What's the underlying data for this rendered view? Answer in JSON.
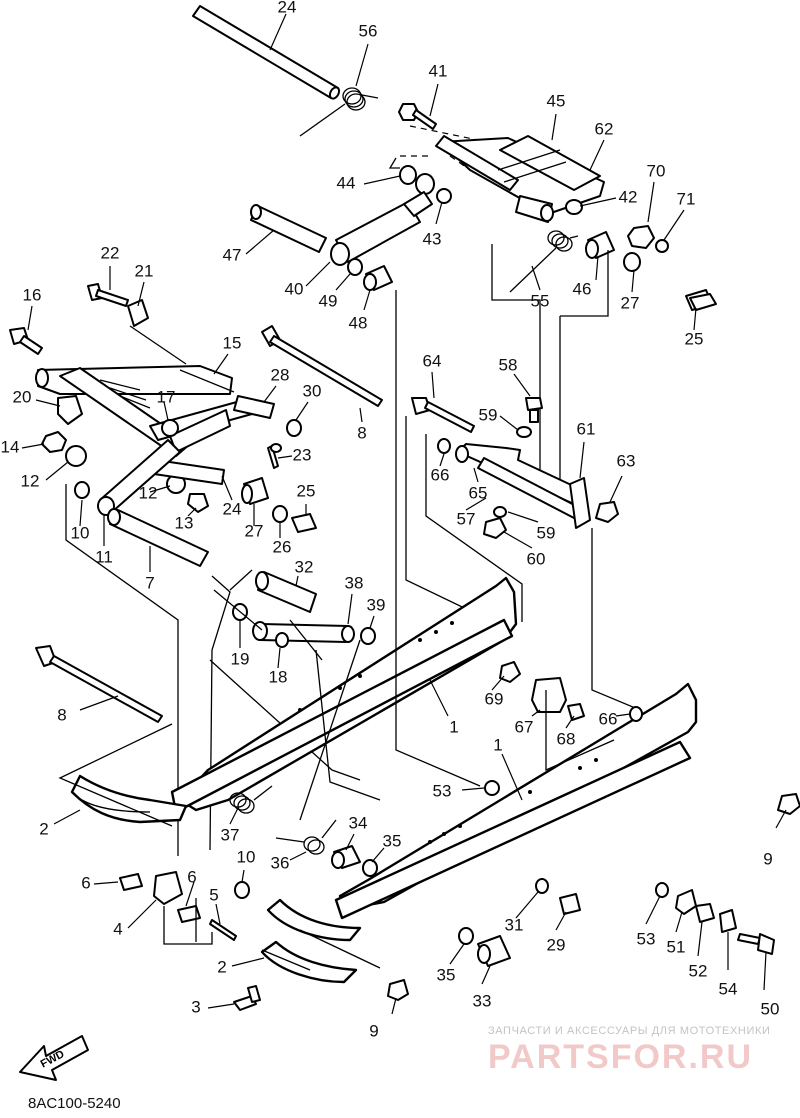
{
  "diagram_code": "8AC100-5240",
  "forward_arrow_label": "FWD",
  "watermark": {
    "tagline": "ЗАПЧАСТИ И АКСЕССУАРЫ ДЛЯ МОТОТЕХНИКИ",
    "brand": "PARTSFOR.RU"
  },
  "callouts": [
    {
      "id": "c24a",
      "label": "24"
    },
    {
      "id": "c56",
      "label": "56"
    },
    {
      "id": "c41",
      "label": "41"
    },
    {
      "id": "c45",
      "label": "45"
    },
    {
      "id": "c62",
      "label": "62"
    },
    {
      "id": "c44",
      "label": "44"
    },
    {
      "id": "c70",
      "label": "70"
    },
    {
      "id": "c71",
      "label": "71"
    },
    {
      "id": "c42",
      "label": "42"
    },
    {
      "id": "c43",
      "label": "43"
    },
    {
      "id": "c47",
      "label": "47"
    },
    {
      "id": "c40",
      "label": "40"
    },
    {
      "id": "c49",
      "label": "49"
    },
    {
      "id": "c48",
      "label": "48"
    },
    {
      "id": "c55",
      "label": "55"
    },
    {
      "id": "c46",
      "label": "46"
    },
    {
      "id": "c27a",
      "label": "27"
    },
    {
      "id": "c25a",
      "label": "25"
    },
    {
      "id": "c22",
      "label": "22"
    },
    {
      "id": "c21",
      "label": "21"
    },
    {
      "id": "c16",
      "label": "16"
    },
    {
      "id": "c15",
      "label": "15"
    },
    {
      "id": "c28",
      "label": "28"
    },
    {
      "id": "c30",
      "label": "30"
    },
    {
      "id": "c64",
      "label": "64"
    },
    {
      "id": "c58",
      "label": "58"
    },
    {
      "id": "c20",
      "label": "20"
    },
    {
      "id": "c17",
      "label": "17"
    },
    {
      "id": "c8a",
      "label": "8"
    },
    {
      "id": "c59a",
      "label": "59"
    },
    {
      "id": "c61",
      "label": "61"
    },
    {
      "id": "c14",
      "label": "14"
    },
    {
      "id": "c23",
      "label": "23"
    },
    {
      "id": "c66a",
      "label": "66"
    },
    {
      "id": "c63",
      "label": "63"
    },
    {
      "id": "c12a",
      "label": "12"
    },
    {
      "id": "c12b",
      "label": "12"
    },
    {
      "id": "c24b",
      "label": "24"
    },
    {
      "id": "c25b",
      "label": "25"
    },
    {
      "id": "c65",
      "label": "65"
    },
    {
      "id": "c10a",
      "label": "10"
    },
    {
      "id": "c13",
      "label": "13"
    },
    {
      "id": "c27b",
      "label": "27"
    },
    {
      "id": "c26",
      "label": "26"
    },
    {
      "id": "c57",
      "label": "57"
    },
    {
      "id": "c59b",
      "label": "59"
    },
    {
      "id": "c11",
      "label": "11"
    },
    {
      "id": "c60",
      "label": "60"
    },
    {
      "id": "c7",
      "label": "7"
    },
    {
      "id": "c32",
      "label": "32"
    },
    {
      "id": "c38",
      "label": "38"
    },
    {
      "id": "c39",
      "label": "39"
    },
    {
      "id": "c19",
      "label": "19"
    },
    {
      "id": "c18",
      "label": "18"
    },
    {
      "id": "c69",
      "label": "69"
    },
    {
      "id": "c8b",
      "label": "8"
    },
    {
      "id": "c67",
      "label": "67"
    },
    {
      "id": "c66b",
      "label": "66"
    },
    {
      "id": "c1a",
      "label": "1"
    },
    {
      "id": "c68",
      "label": "68"
    },
    {
      "id": "c1b",
      "label": "1"
    },
    {
      "id": "c53a",
      "label": "53"
    },
    {
      "id": "c2a",
      "label": "2"
    },
    {
      "id": "c37",
      "label": "37"
    },
    {
      "id": "c34",
      "label": "34"
    },
    {
      "id": "c35a",
      "label": "35"
    },
    {
      "id": "c10b",
      "label": "10"
    },
    {
      "id": "c36",
      "label": "36"
    },
    {
      "id": "c9a",
      "label": "9"
    },
    {
      "id": "c6a",
      "label": "6"
    },
    {
      "id": "c6b",
      "label": "6"
    },
    {
      "id": "c5",
      "label": "5"
    },
    {
      "id": "c31",
      "label": "31"
    },
    {
      "id": "c4",
      "label": "4"
    },
    {
      "id": "c29",
      "label": "29"
    },
    {
      "id": "c53b",
      "label": "53"
    },
    {
      "id": "c51",
      "label": "51"
    },
    {
      "id": "c52",
      "label": "52"
    },
    {
      "id": "c2b",
      "label": "2"
    },
    {
      "id": "c35b",
      "label": "35"
    },
    {
      "id": "c54",
      "label": "54"
    },
    {
      "id": "c33",
      "label": "33"
    },
    {
      "id": "c3",
      "label": "3"
    },
    {
      "id": "c50",
      "label": "50"
    },
    {
      "id": "c9b",
      "label": "9"
    }
  ]
}
